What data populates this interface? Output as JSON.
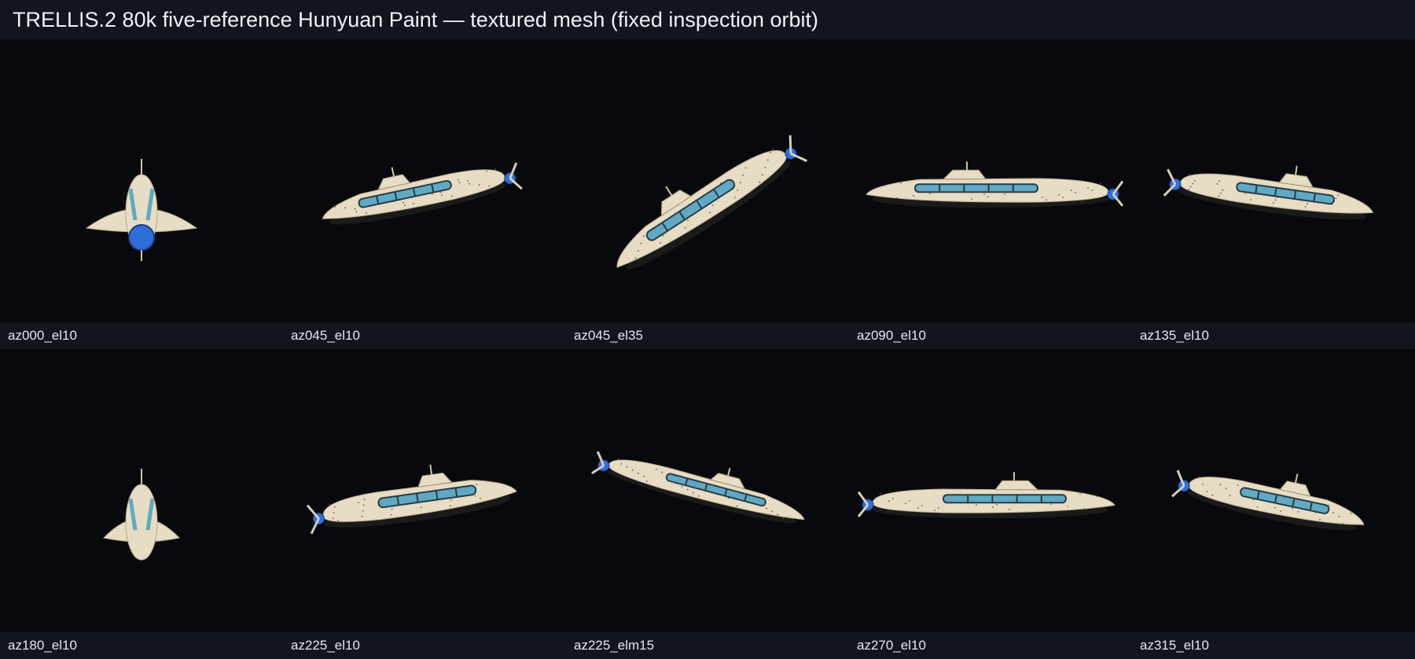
{
  "title": "TRELLIS.2 80k five-reference Hunyuan Paint — textured mesh (fixed inspection orbit)",
  "colors": {
    "background": "#07090c",
    "bar": "#11161d",
    "hull": "#e7dcc4",
    "window": "#5fa9c4",
    "propeller": "#2f6fd9"
  },
  "views": [
    {
      "label": "az000_el10",
      "kind": "front"
    },
    {
      "label": "az045_el10",
      "kind": "side-left"
    },
    {
      "label": "az045_el35",
      "kind": "tilt-up"
    },
    {
      "label": "az090_el10",
      "kind": "side-left-long"
    },
    {
      "label": "az135_el10",
      "kind": "side-right"
    },
    {
      "label": "az180_el10",
      "kind": "back"
    },
    {
      "label": "az225_el10",
      "kind": "side-right"
    },
    {
      "label": "az225_elm15",
      "kind": "tilt-down"
    },
    {
      "label": "az270_el10",
      "kind": "side-right-long"
    },
    {
      "label": "az315_el10",
      "kind": "side-right-prop"
    }
  ]
}
